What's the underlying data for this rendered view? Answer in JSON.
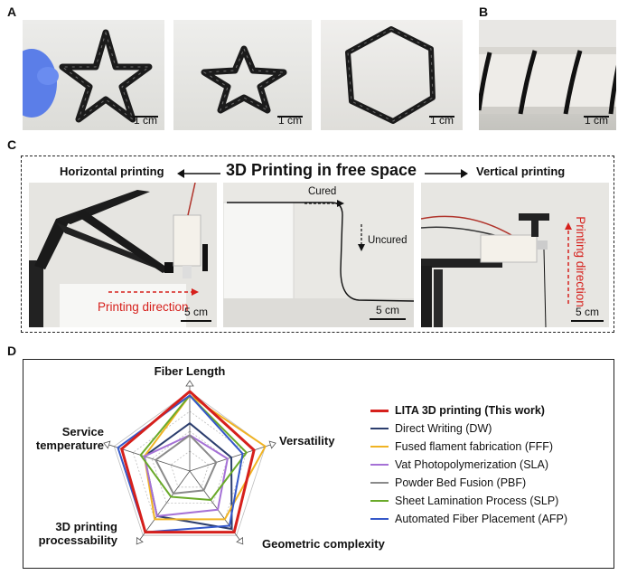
{
  "panels": {
    "a": "A",
    "b": "B",
    "c": "C",
    "d": "D"
  },
  "scale_bars": {
    "cm": "1 cm",
    "five_cm": "5 cm"
  },
  "panel_c": {
    "title": "3D Printing in free space",
    "horizontal": "Horizontal printing",
    "vertical": "Vertical printing",
    "printing_direction": "Printing direction",
    "cured": "Cured",
    "uncured": "Uncured"
  },
  "chart_data": {
    "type": "radar",
    "axes": [
      "Fiber Length",
      "Versatility",
      "Geometric complexity",
      "3D printing processability",
      "Service temperature"
    ],
    "axis_label_lines": [
      [
        "Fiber Length"
      ],
      [
        "Versatility"
      ],
      [
        "Geometric complexity"
      ],
      [
        "3D printing",
        "processability"
      ],
      [
        "Service",
        "temperature"
      ]
    ],
    "rlim": [
      0,
      1
    ],
    "grid": true,
    "legend_position": "right",
    "series": [
      {
        "name": "LITA 3D printing (This work)",
        "color": "#d6201c",
        "values": [
          1.0,
          0.85,
          0.95,
          0.95,
          0.9
        ],
        "bold": true
      },
      {
        "name": "Direct Writing (DW)",
        "color": "#2c3e6e",
        "values": [
          0.6,
          0.55,
          0.9,
          0.7,
          0.6
        ]
      },
      {
        "name": "Fused flament fabrication (FFF)",
        "color": "#f0b323",
        "values": [
          0.95,
          1.0,
          0.75,
          0.75,
          0.6
        ]
      },
      {
        "name": "Vat Photopolymerization (SLA)",
        "color": "#a571d6",
        "values": [
          0.45,
          0.5,
          0.6,
          0.7,
          0.6
        ]
      },
      {
        "name": "Powder Bed Fusion (PBF)",
        "color": "#8a8a8a",
        "values": [
          0.45,
          0.35,
          0.3,
          0.35,
          0.45
        ]
      },
      {
        "name": "Sheet Lamination Process (SLP)",
        "color": "#6aaa2a",
        "values": [
          0.95,
          0.75,
          0.45,
          0.4,
          0.65
        ]
      },
      {
        "name": "Automated Fiber Placement (AFP)",
        "color": "#3558c9",
        "values": [
          0.95,
          0.7,
          0.85,
          0.95,
          0.95
        ]
      }
    ]
  }
}
